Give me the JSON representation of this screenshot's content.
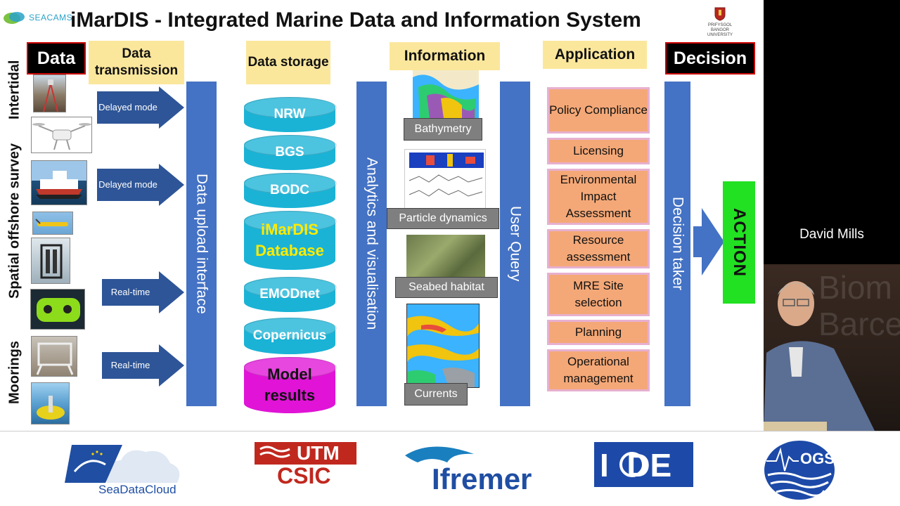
{
  "title": "iMarDIS - Integrated Marine Data and Information System",
  "seacams_label": "SEACAMS",
  "bangor_label": "PRIFYSGOL BANGOR UNIVERSITY",
  "headers": {
    "data": "Data",
    "data_transmission": "Data transmission",
    "data_storage": "Data storage",
    "information": "Information",
    "application": "Application",
    "decision": "Decision"
  },
  "left_labels": {
    "intertidal": "Intertidal",
    "spatial_offshore": "Spatial offshore survey",
    "moorings": "Moorings"
  },
  "arrows": [
    {
      "label": "Delayed mode"
    },
    {
      "label": "Delayed mode"
    },
    {
      "label": "Real-time"
    },
    {
      "label": "Real-time"
    }
  ],
  "bars": {
    "upload": "Data upload interface",
    "analytics": "Analytics and visualisation",
    "query": "User Query",
    "decision_taker": "Decision taker"
  },
  "databases": [
    {
      "label": "NRW",
      "color": "#1ab3d6"
    },
    {
      "label": "BGS",
      "color": "#1ab3d6"
    },
    {
      "label": "BODC",
      "color": "#1ab3d6"
    },
    {
      "label": "iMarDIS Database",
      "color": "#1ab3d6",
      "text_color": "#ffeb00"
    },
    {
      "label": "EMODnet",
      "color": "#1ab3d6"
    },
    {
      "label": "Copernicus",
      "color": "#1ab3d6"
    },
    {
      "label": "Model results",
      "color": "#e013d6",
      "text_color": "#111111"
    }
  ],
  "info_captions": {
    "bathymetry": "Bathymetry",
    "particle": "Particle dynamics",
    "seabed": "Seabed habitat",
    "currents": "Currents"
  },
  "applications": [
    "Policy Compliance",
    "Licensing",
    "Environmental Impact Assessment",
    "Resource assessment",
    "MRE Site selection",
    "Planning",
    "Operational management"
  ],
  "action_label": "ACTION",
  "speaker": {
    "name": "David Mills",
    "backdrop_line1": "Biom",
    "backdrop_line2": "Barce"
  },
  "footer_logos": {
    "seadatacloud": "SeaDataCloud",
    "utm": "UTM",
    "csic": "CSIC",
    "ifremer": "Ifremer",
    "iode": "I  DE",
    "ogs": "OGS"
  },
  "colors": {
    "arrow_blue": "#2e5597",
    "bar_blue": "#4472c4",
    "header_yellow": "#fbe79c",
    "app_orange": "#f4a877",
    "action_green": "#22e022"
  }
}
